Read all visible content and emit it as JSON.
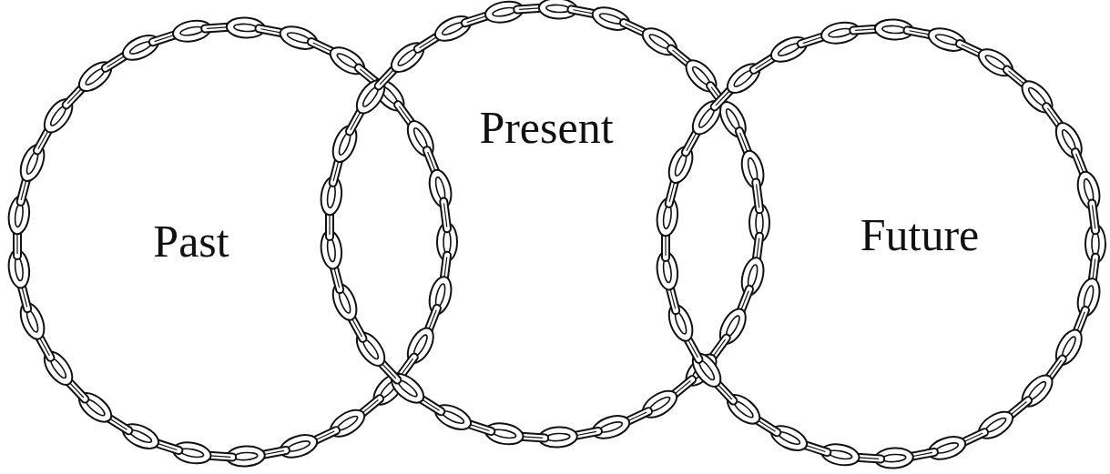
{
  "diagram": {
    "nodes": [
      {
        "text": [
          "Past"
        ]
      },
      {
        "text": [
          "Present"
        ]
      },
      {
        "text": [
          "Future"
        ]
      }
    ]
  }
}
